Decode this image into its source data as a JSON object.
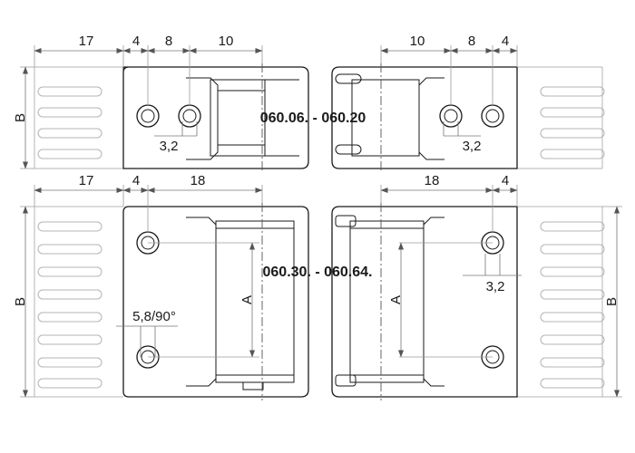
{
  "top": {
    "title": "060.06. - 060.20",
    "dim_left_outer": "17",
    "dim_left_hole": "4",
    "dim_left_pitch": "8",
    "dim_left_slot": "10",
    "dim_right_slot": "10",
    "dim_right_pitch": "8",
    "dim_right_hole": "4",
    "dim_left_bore": "3,2",
    "dim_right_bore": "3,2",
    "height_label": "B"
  },
  "bottom": {
    "title": "060.30. - 060.64.",
    "dim_left_outer": "17",
    "dim_left_hole": "4",
    "dim_left_slot": "18",
    "dim_right_slot": "18",
    "dim_right_hole": "4",
    "dim_countersink": "5,8/90°",
    "dim_right_bore": "3,2",
    "inner_height_label_left": "A",
    "inner_height_label_right": "A",
    "height_label_left": "B",
    "height_label_right": "B"
  }
}
